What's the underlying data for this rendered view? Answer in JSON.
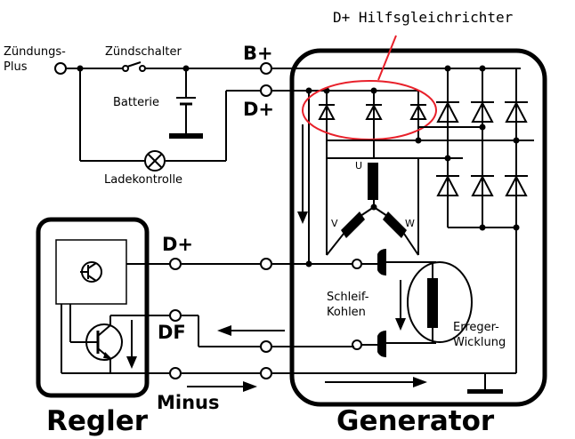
{
  "labels": {
    "supply": [
      "Zündungs-",
      "Plus"
    ],
    "ignition_switch": "Zündschalter",
    "battery": "Batterie",
    "charge_lamp": "Ladekontrolle",
    "terminal_bplus": "B+",
    "terminal_dplus_gen": "D+",
    "terminal_dplus_reg": "D+",
    "terminal_df": "DF",
    "minus": "Minus",
    "aux_rectifier": "D+ Hilfsgleichrichter",
    "winding_u": "U",
    "winding_v": "V",
    "winding_w": "W",
    "brushes": [
      "Schleif-",
      "Kohlen"
    ],
    "field_winding": [
      "Erreger-",
      "Wicklung"
    ],
    "regulator": "Regler",
    "generator": "Generator"
  },
  "colors": {
    "highlight": "#e8202a",
    "line": "#000000"
  }
}
